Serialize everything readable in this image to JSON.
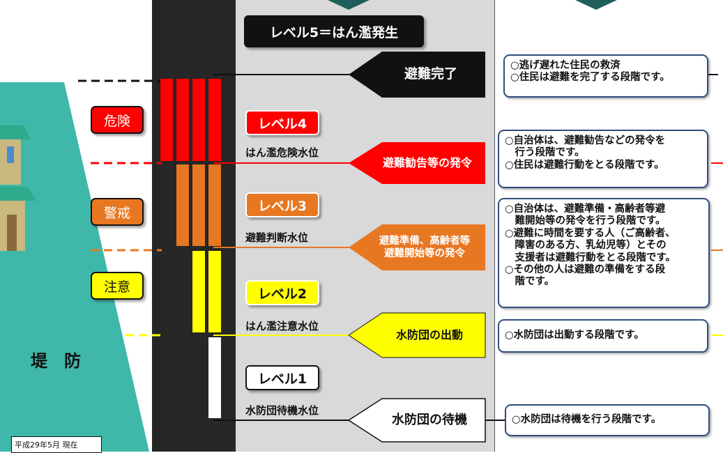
{
  "colors": {
    "danger": "#ff0000",
    "warning": "#e87722",
    "caution": "#ffff00",
    "navy": "#2f4e7d",
    "levee": "#3fb8a9"
  },
  "risk_labels": {
    "danger": "危険",
    "warning": "警戒",
    "caution": "注意"
  },
  "levee_label": "堤　防",
  "date_note": "平成29年5月 現在",
  "levels": {
    "level5": "レベル5＝はん濫発生",
    "level4": "レベル4",
    "level3": "レベル3",
    "level2": "レベル2",
    "level1": "レベル1"
  },
  "water_levels": {
    "danger": "はん濫危険水位",
    "evacuation_decision": "避難判断水位",
    "caution": "はん濫注意水位",
    "standby": "水防団待機水位"
  },
  "actions": {
    "complete": "避難完了",
    "advisory": "避難勧告等の発令",
    "preparation": "避難準備、高齢者等\n避難開始等の発令",
    "deploy": "水防団の出動",
    "standby": "水防団の待機"
  },
  "descriptions": {
    "level5": [
      "○逃げ遅れた住民の救済",
      "○住民は避難を完了する段階です。"
    ],
    "level4": [
      "○自治体は、避難勧告などの発令を\n　行う段階です。",
      "○住民は避難行動をとる段階です。"
    ],
    "level3": [
      "○自治体は、避難準備・高齢者等避\n　難開始等の発令を行う段階です。",
      "○避難に時間を要する人（ご高齢者、\n　障害のある方、乳幼児等）とその\n　支援者は避難行動をとる段階です。",
      "○その他の人は避難の準備をする段\n　階です。"
    ],
    "level2": [
      "○水防団は出動する段階です。"
    ],
    "level1": [
      "○水防団は待機を行う段階です。"
    ]
  }
}
